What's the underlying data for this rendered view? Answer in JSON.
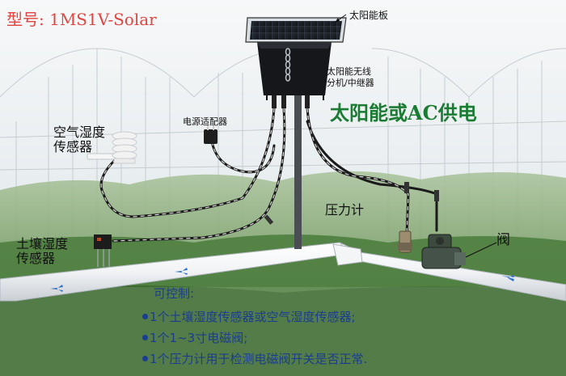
{
  "model": "型号: 1MS1V-Solar",
  "labels": {
    "solar_panel": "太阳能板",
    "unit_line1": "太阳能无线",
    "unit_line2": "分机/中继器",
    "power_headline": "太阳能或AC供电",
    "adapter": "电源适配器",
    "air_sensor_line1": "空气湿度",
    "air_sensor_line2": "传感器",
    "pressure_gauge": "压力计",
    "valve": "阀",
    "soil_sensor_line1": "土壤湿度",
    "soil_sensor_line2": "传感器"
  },
  "controls": {
    "title": "可控制:",
    "items": [
      "1个土壤湿度传感器或空气湿度传感器;",
      "1个1~3寸电磁阀;",
      "1个压力计用于检测电磁阀开关是否正常."
    ]
  },
  "colors": {
    "model_text": "#e0463f",
    "headline": "#1a7c33",
    "controls_text": "#1a3d8f",
    "flow_arrow": "#2f72c8"
  }
}
